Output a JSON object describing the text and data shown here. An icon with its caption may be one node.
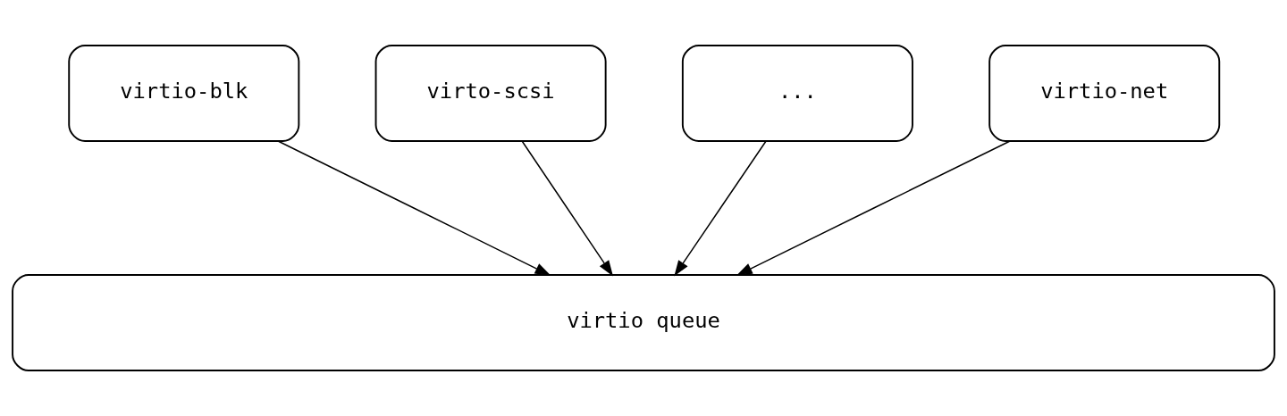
{
  "diagram": {
    "nodes": [
      {
        "text": [
          "virtio-blk"
        ]
      },
      {
        "text": [
          "virto-scsi"
        ]
      },
      {
        "text": [
          "..."
        ]
      },
      {
        "text": [
          "virtio-net"
        ]
      },
      {
        "text": [
          "virtio queue"
        ]
      }
    ],
    "edges": [
      {
        "from": 0,
        "to": 4,
        "arrow": "to"
      },
      {
        "from": 1,
        "to": 4,
        "arrow": "to"
      },
      {
        "from": 2,
        "to": 4,
        "arrow": "to"
      },
      {
        "from": 3,
        "to": 4,
        "arrow": "to"
      }
    ]
  }
}
